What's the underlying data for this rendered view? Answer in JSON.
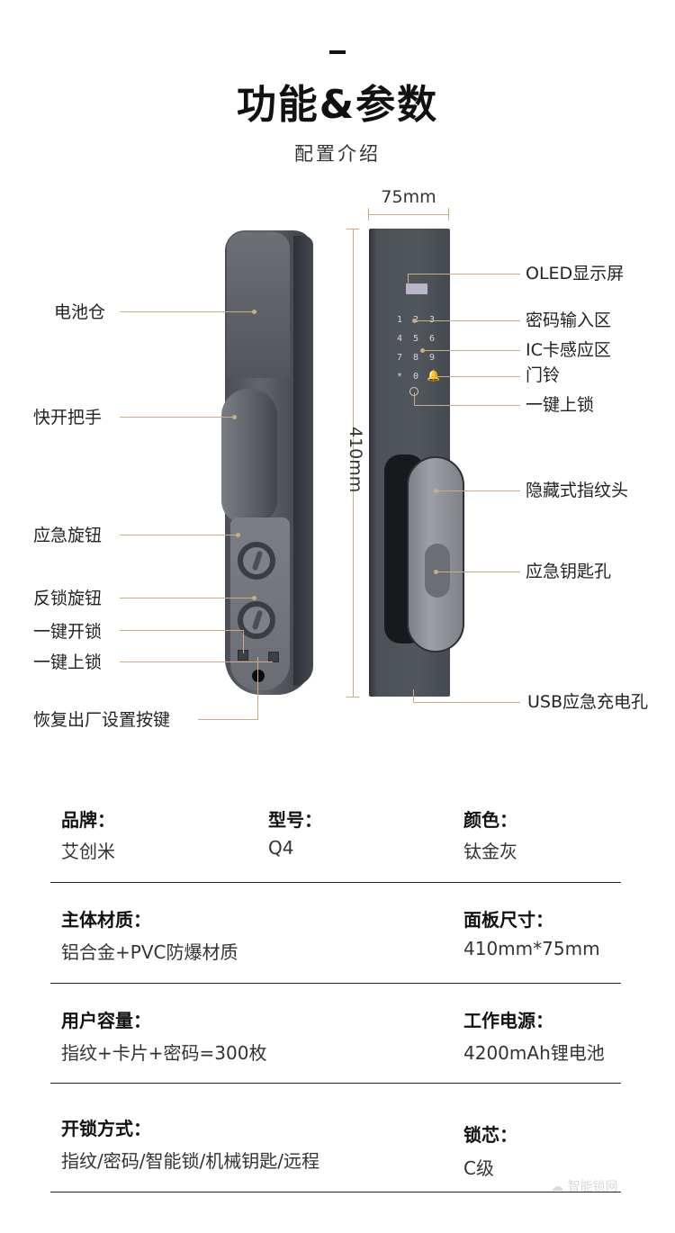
{
  "header": {
    "title": "功能&参数",
    "subtitle": "配置介绍"
  },
  "dimensions": {
    "width": "75mm",
    "height": "410mm"
  },
  "callouts_left": [
    {
      "label": "电池仓"
    },
    {
      "label": "快开把手"
    },
    {
      "label": "应急旋钮"
    },
    {
      "label": "反锁旋钮"
    },
    {
      "label": "一键开锁"
    },
    {
      "label": "一键上锁"
    },
    {
      "label": "恢复出厂设置按键"
    }
  ],
  "callouts_right": [
    {
      "label": "OLED显示屏"
    },
    {
      "label": "密码输入区"
    },
    {
      "label": "IC卡感应区"
    },
    {
      "label": "门铃"
    },
    {
      "label": "一键上锁"
    },
    {
      "label": "隐藏式指纹头"
    },
    {
      "label": "应急钥匙孔"
    },
    {
      "label": "USB应急充电孔"
    }
  ],
  "keypad": {
    "keys": [
      "1",
      "2",
      "3",
      "4",
      "5",
      "6",
      "7",
      "8",
      "9",
      "*",
      "0"
    ]
  },
  "specs": {
    "rows": [
      [
        {
          "label": "品牌：",
          "value": "艾创米"
        },
        {
          "label": "型号：",
          "value": "Q4"
        },
        {
          "label": "颜色：",
          "value": "钛金灰"
        }
      ],
      [
        {
          "label": "主体材质：",
          "value": "铝合金+PVC防爆材质"
        },
        {
          "label": "面板尺寸：",
          "value": "410mm*75mm"
        }
      ],
      [
        {
          "label": "用户容量：",
          "value": "指纹+卡片+密码=300枚"
        },
        {
          "label": "工作电源：",
          "value": "4200mAh锂电池"
        }
      ],
      [
        {
          "label": "开锁方式：",
          "value": "指纹/密码/智能锁/机械钥匙/远程"
        },
        {
          "label": "锁芯：",
          "value": "C级"
        }
      ]
    ]
  },
  "watermark": "智能锁网",
  "colors": {
    "callout_line": "#c9ad83",
    "lock_body": "#4f545a",
    "text": "#222222"
  }
}
